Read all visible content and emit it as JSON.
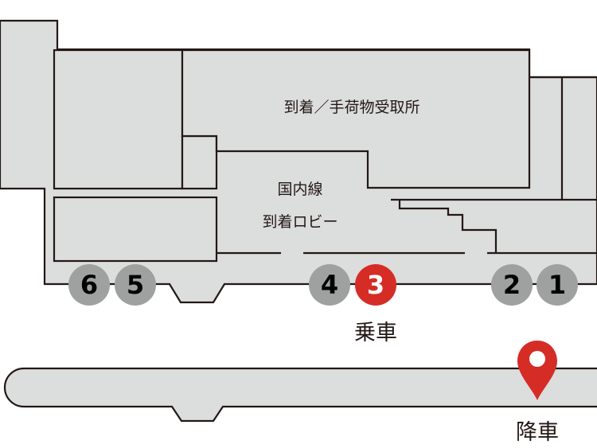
{
  "map": {
    "areas": {
      "baggage_claim": "到着／手荷物受取所",
      "lobby_line1": "国内線",
      "lobby_line2": "到着ロビー"
    },
    "pickup": {
      "label": "乗車",
      "gate": "3"
    },
    "dropoff": {
      "label": "降車",
      "icon": "map-pin-icon"
    },
    "gates": [
      {
        "number": "6",
        "active": false
      },
      {
        "number": "5",
        "active": false
      },
      {
        "number": "4",
        "active": false
      },
      {
        "number": "3",
        "active": true
      },
      {
        "number": "2",
        "active": false
      },
      {
        "number": "1",
        "active": false
      }
    ],
    "colors": {
      "building_fill": "#dcdddd",
      "outline": "#231815",
      "gate_inactive": "#9fa0a0",
      "gate_active": "#d52c26",
      "pin": "#d52c26"
    }
  }
}
